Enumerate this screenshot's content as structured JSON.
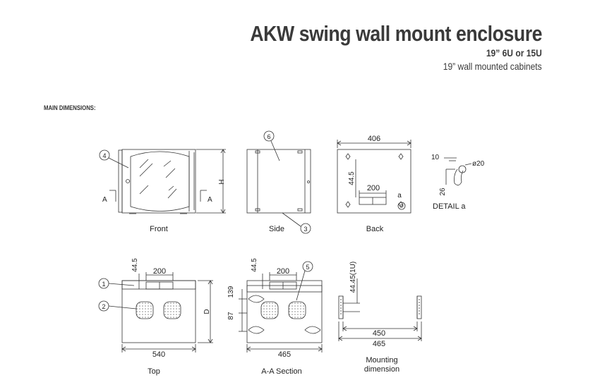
{
  "header": {
    "title": "AKW swing wall mount enclosure",
    "subtitle": "19” 6U or 15U",
    "tagline": "19” wall mounted cabinets"
  },
  "section_label": "MAIN DIMENSIONS:",
  "views": {
    "front": "Front",
    "side": "Side",
    "back": "Back",
    "detail": "DETAIL a",
    "top": "Top",
    "section": "A-A Section",
    "mounting": "Mounting",
    "mounting_2": "dimension"
  },
  "dims": {
    "h": "H",
    "d": "D",
    "section_mark": "A",
    "w406": "406",
    "v445": "44.5",
    "w200": "200",
    "a": "a",
    "d10": "10",
    "d26": "26",
    "phi20": "ø20",
    "w540": "540",
    "w465": "465",
    "v139": "139",
    "v87": "87",
    "u1": "44.45(1U)",
    "w450": "450"
  },
  "callouts": [
    "1",
    "2",
    "3",
    "4",
    "5",
    "6"
  ]
}
